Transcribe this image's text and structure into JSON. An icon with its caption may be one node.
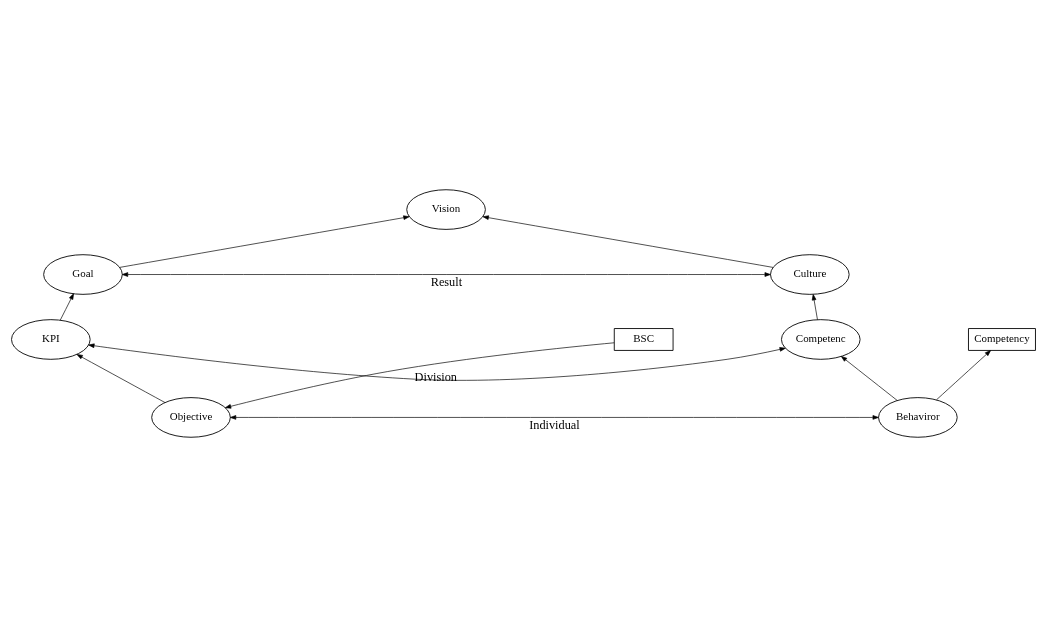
{
  "diagram": {
    "nodes": [
      {
        "text": [
          "Vision"
        ]
      },
      {
        "text": [
          "Goal"
        ]
      },
      {
        "text": [
          "Culture"
        ]
      },
      {
        "text": [
          "KPI"
        ]
      },
      {
        "text": [
          "Competenc"
        ]
      },
      {
        "text": [
          "Objective"
        ]
      },
      {
        "text": [
          "Behaviror"
        ]
      },
      {
        "text": [
          "BSC"
        ]
      },
      {
        "text": [
          "Competency"
        ]
      }
    ],
    "edges": [
      {
        "from": 1,
        "to": 0,
        "arrow": "to"
      },
      {
        "from": 2,
        "to": 0,
        "arrow": "to"
      },
      {
        "from": 1,
        "to": 2,
        "arrow": "both",
        "label": "Result"
      },
      {
        "from": 3,
        "to": 1,
        "arrow": "to"
      },
      {
        "from": 4,
        "to": 2,
        "arrow": "to"
      },
      {
        "from": 3,
        "to": 4,
        "arrow": "both",
        "label": "Division"
      },
      {
        "from": 5,
        "to": 3,
        "arrow": "to"
      },
      {
        "from": 6,
        "to": 4,
        "arrow": "to"
      },
      {
        "from": 5,
        "to": 6,
        "arrow": "both",
        "label": "Individual"
      },
      {
        "from": 7,
        "to": 5,
        "arrow": "to"
      },
      {
        "from": 6,
        "to": 8,
        "arrow": "to"
      }
    ]
  }
}
